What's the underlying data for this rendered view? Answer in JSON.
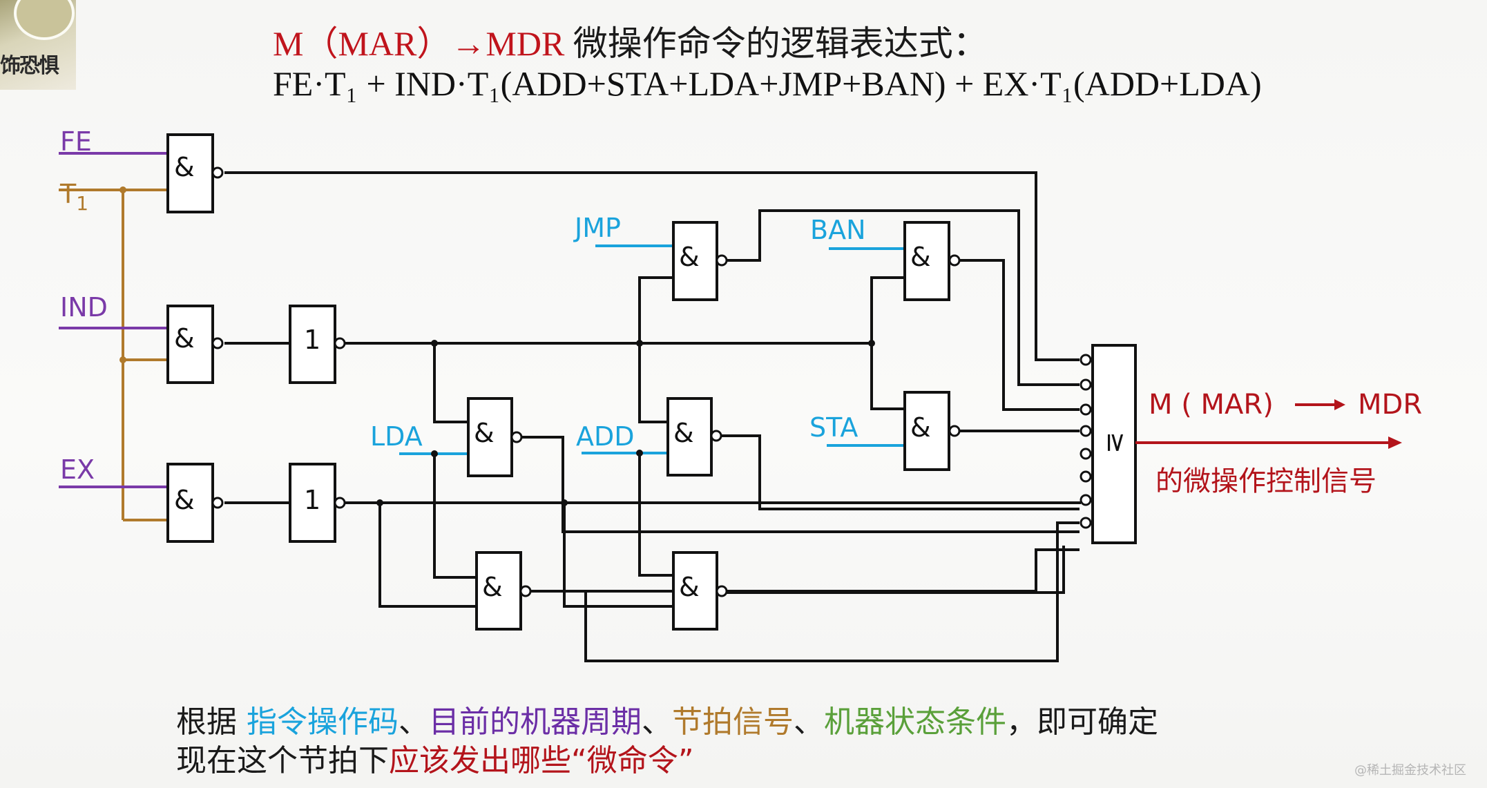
{
  "logo": {
    "text": "饰恐惧"
  },
  "title": {
    "signal": "M（MAR）→MDR",
    "rest": " 微操作命令的逻辑表达式："
  },
  "formula": "FE·T₁ + IND·T₁(ADD+STA+LDA+JMP+BAN) + EX·T₁(ADD+LDA)",
  "inputs": {
    "fe": "FE",
    "t1_main": "T",
    "t1_sub": "1",
    "ind": "IND",
    "ex": "EX",
    "jmp": "JMP",
    "ban": "BAN",
    "lda": "LDA",
    "add": "ADD",
    "sta": "STA"
  },
  "gates": {
    "and_symbol": "&",
    "not_symbol": "1",
    "or_symbol": "≥"
  },
  "output": {
    "line1_left": "M ( MAR)",
    "line1_right": "MDR",
    "line2": "的微操作控制信号"
  },
  "description": {
    "line1": {
      "p1": "根据 ",
      "opcode": "指令操作码",
      "sep1": "、",
      "cycle": "目前的机器周期",
      "sep2": "、",
      "beat": "节拍信号",
      "sep3": "、",
      "state": "机器状态条件",
      "p2": "，即可确定"
    },
    "line2": {
      "p1": "现在这个节拍下",
      "red": "应该发出哪些“微命令”"
    }
  },
  "watermark": "@稀土掘金技术社区",
  "colors": {
    "fe_wire": "#7a3aa8",
    "t1_wire": "#b07a2c",
    "opcode_wire": "#1aa3dc",
    "output": "#b3141b"
  }
}
